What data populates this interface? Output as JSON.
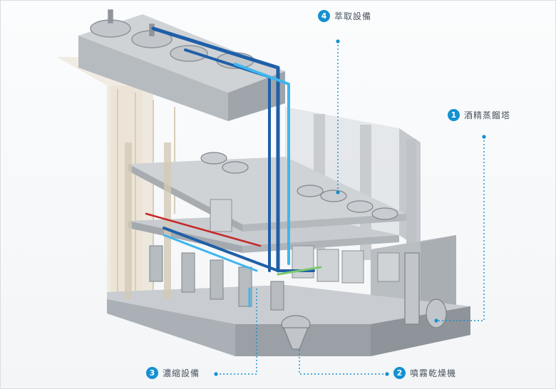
{
  "colors": {
    "accent": "#1391d1",
    "pipe_dark": "#1f5fa8",
    "pipe_light": "#3fb6ee",
    "pipe_red": "#c62828",
    "pipe_green": "#7bc96f",
    "steel": "#b7bcc0",
    "steel_dark": "#8f959a"
  },
  "callouts": [
    {
      "number": "1",
      "label": "酒精蒸餾塔"
    },
    {
      "number": "2",
      "label": "噴霧乾燥機"
    },
    {
      "number": "3",
      "label": "濃縮設備"
    },
    {
      "number": "4",
      "label": "萃取設備"
    }
  ]
}
